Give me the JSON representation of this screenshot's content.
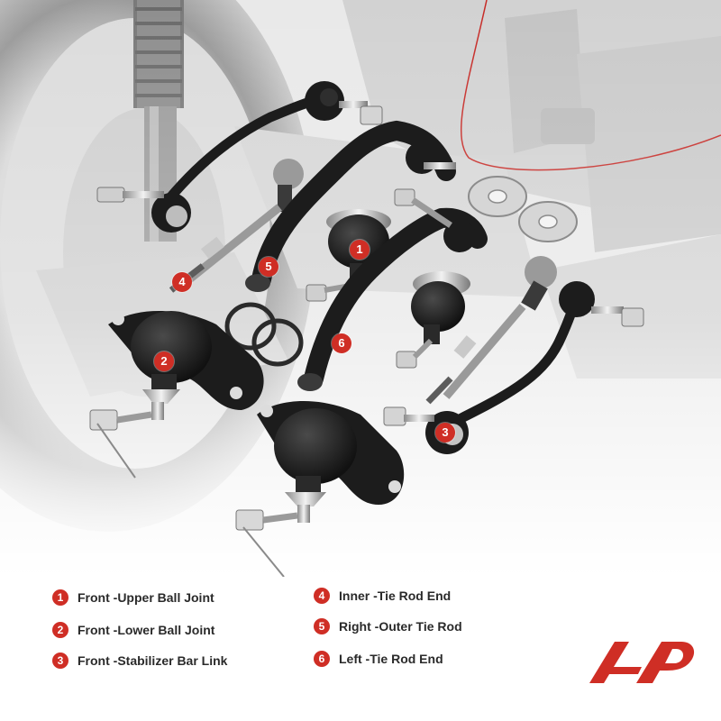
{
  "colors": {
    "accent": "#cf2e25",
    "text": "#2a2a2a",
    "part_dark": "#1f1f1f",
    "background": "#ffffff"
  },
  "callouts": [
    {
      "number": "1",
      "label": "Front -Upper Ball Joint"
    },
    {
      "number": "2",
      "label": "Front -Lower Ball Joint"
    },
    {
      "number": "3",
      "label": "Front -Stabilizer Bar Link"
    },
    {
      "number": "4",
      "label": "Inner -Tie Rod End"
    },
    {
      "number": "5",
      "label": "Right -Outer Tie Rod"
    },
    {
      "number": "6",
      "label": "Left -Tie Rod End"
    }
  ],
  "logo": {
    "icon": "a-premium-logo-icon"
  }
}
